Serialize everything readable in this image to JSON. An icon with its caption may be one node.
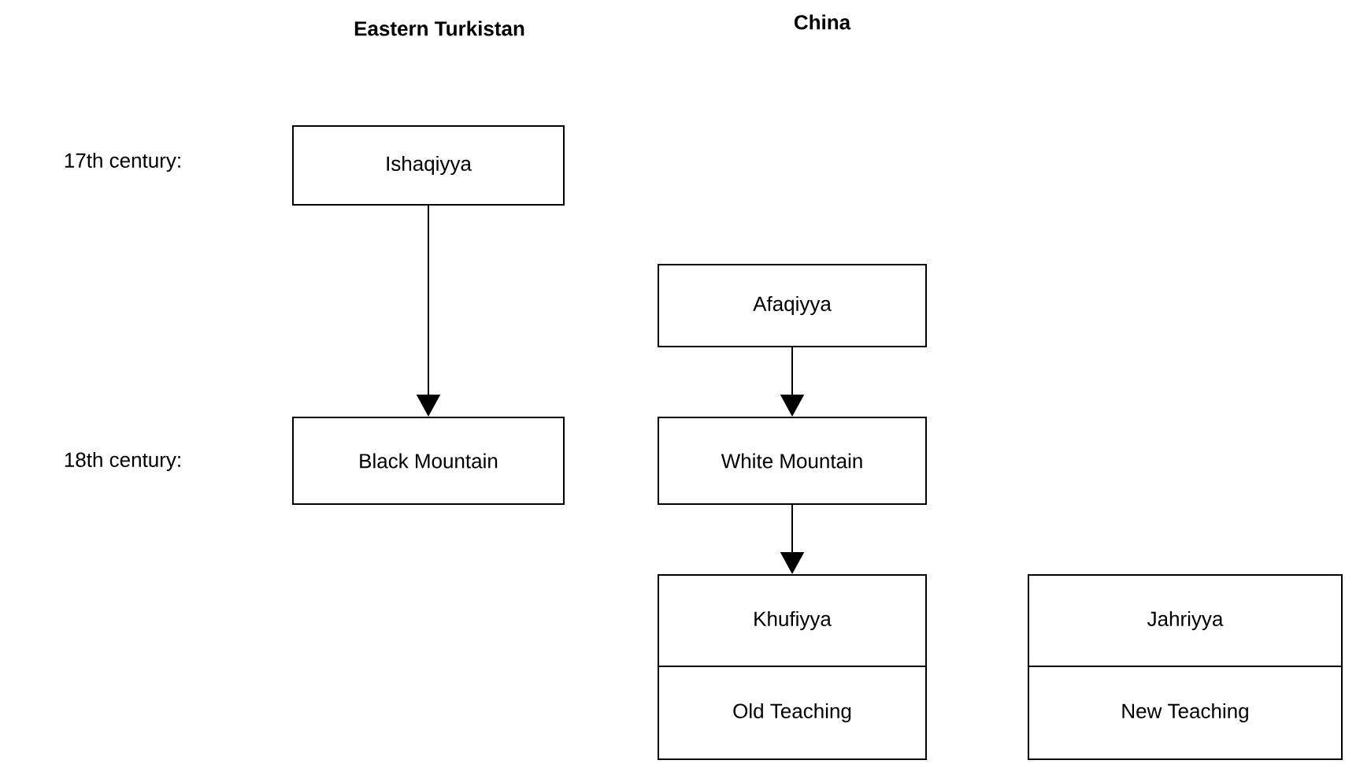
{
  "diagram": {
    "nodes": [
      {
        "text": [
          "Ishaqiyya"
        ]
      },
      {
        "text": [
          "Afaqiyya"
        ]
      },
      {
        "text": [
          "Black Mountain"
        ]
      },
      {
        "text": [
          "White Mountain"
        ]
      },
      {
        "text": [
          "Khufiyya"
        ]
      },
      {
        "text": [
          "Old Teaching"
        ]
      },
      {
        "text": [
          "Jahriyya"
        ]
      },
      {
        "text": [
          "New Teaching"
        ]
      }
    ],
    "edges": [
      {
        "from": 0,
        "to": 2,
        "arrow": "to"
      },
      {
        "from": 1,
        "to": 3,
        "arrow": "to"
      },
      {
        "from": 3,
        "to": 4,
        "arrow": "to"
      }
    ],
    "labels": [
      "Eastern Turkistan",
      "China",
      "17th century:",
      "18th century:"
    ]
  }
}
